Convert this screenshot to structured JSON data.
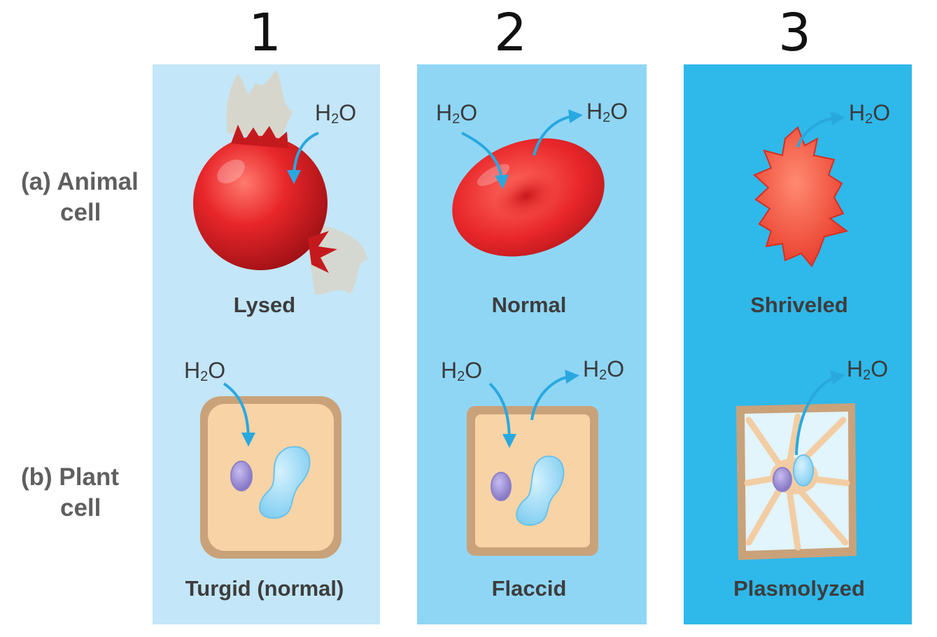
{
  "annotations": {
    "col1": "1",
    "col2": "2",
    "col3": "3"
  },
  "rows": {
    "animal": {
      "line1": "(a) Animal",
      "line2": "cell"
    },
    "plant": {
      "line1": "(b) Plant",
      "line2": "cell"
    }
  },
  "captions": {
    "lysed": "Lysed",
    "normal": "Normal",
    "shriveled": "Shriveled",
    "turgid": "Turgid (normal)",
    "flaccid": "Flaccid",
    "plasmolyzed": "Plasmolyzed"
  },
  "water": {
    "base": "H",
    "sub": "2",
    "tail": "O"
  },
  "colors": {
    "arrow": "#29a8e0",
    "rbc": "#e8262a",
    "cell_wall": "#c9a27a",
    "cytoplasm": "#f8d3a6",
    "vacuole": "#9fdcf5",
    "nucleus": "#9d8fd0"
  }
}
